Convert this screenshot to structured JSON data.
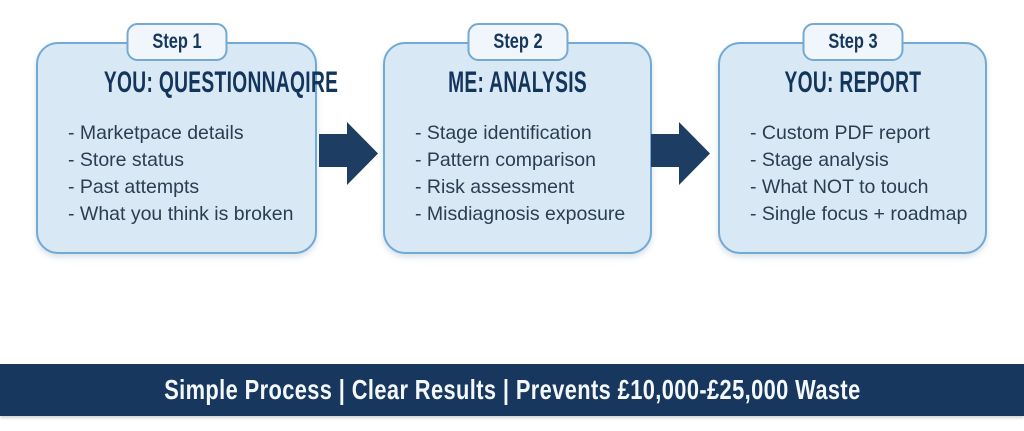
{
  "colors": {
    "navy": "#14355b",
    "box_fill": "#d9e8f5",
    "box_border": "#74a9d2",
    "badge_fill": "#f0f6fb",
    "bullet_text": "#2c3d50",
    "arrow": "#1d3d63",
    "banner_bg": "#17375e",
    "banner_text": "#f4f8fb"
  },
  "steps": [
    {
      "badge": "Step 1",
      "title": "YOU: QUESTIONNAQIRE",
      "items": [
        "- Marketpace details",
        "- Store status",
        "- Past attempts",
        "- What you think is broken"
      ]
    },
    {
      "badge": "Step 2",
      "title": "ME: ANALYSIS",
      "items": [
        "- Stage identification",
        "- Pattern comparison",
        "- Risk assessment",
        "- Misdiagnosis exposure"
      ]
    },
    {
      "badge": "Step 3",
      "title": "YOU: REPORT",
      "items": [
        "- Custom PDF report",
        "- Stage analysis",
        "- What NOT to touch",
        "- Single focus + roadmap"
      ]
    }
  ],
  "footer": {
    "banner": "Simple Process | Clear Results | Prevents £10,000-£25,000 Waste"
  }
}
